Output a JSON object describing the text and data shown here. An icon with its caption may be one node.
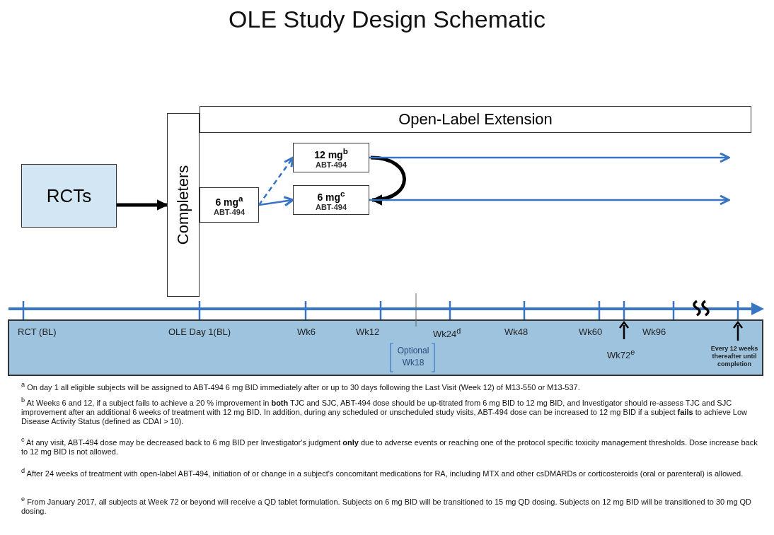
{
  "diagram": {
    "title": "OLE Study Design Schematic",
    "nodes": [
      {
        "text": [
          "Open-Label Extension"
        ]
      },
      {
        "text": [
          "RCTs"
        ]
      },
      {
        "text": [
          "Completers"
        ]
      },
      {
        "text": [
          "6 mg$^{a}$",
          "ABT-494"
        ]
      },
      {
        "text": [
          "12 mg$^{b}$",
          "ABT-494"
        ]
      },
      {
        "text": [
          "6 mg$^{c}$",
          "ABT-494"
        ]
      }
    ],
    "edges": [
      {
        "from": 1,
        "to": 2,
        "arrow": "to",
        "style": "thick",
        "color": "#000000"
      },
      {
        "from": 3,
        "to": 4,
        "arrow": "to",
        "style": "dashed"
      },
      {
        "from": 3,
        "to": 5,
        "arrow": "to"
      },
      {
        "from": 4,
        "to": 5,
        "arrow": "to",
        "style": "thick",
        "color": "#000000"
      },
      {
        "from": 4,
        "to": null,
        "arrow": "to"
      },
      {
        "from": 5,
        "to": null,
        "arrow": "to"
      }
    ],
    "labels": [
      "RCT (BL)",
      "OLE Day 1(BL)",
      "Wk6",
      "Wk12",
      "Optional Wk18",
      "Wk24$^{d}$",
      "Wk48",
      "Wk60",
      "Wk96",
      "Wk72$^{e}$",
      "Every 12 weeks thereafter until completion",
      "$^{a}$ On day 1 all eligible subjects will be assigned to ABT-494 6 mg BID immediately after or up to 30 days following the Last Visit (Week 12) of M13-550 or M13-537.",
      "$^{b}$ At Weeks 6 and 12, if a subject fails to achieve a 20 % improvement in **both** TJC and SJC, ABT-494 dose should be up-titrated from 6 mg BID to 12 mg BID, and Investigator should re-assess TJC and SJC improvement after an additional 6 weeks of treatment with 12 mg BID.  In addition, during any scheduled or unscheduled study visits, ABT-494 dose can be increased to 12 mg BID if a subject **fails** to achieve Low Disease Activity Status (defined as CDAI > 10).",
      "$^{c}$ At any visit, ABT-494 dose may be decreased back to 6 mg BID per Investigator's judgment **only** due to adverse events or reaching one of the protocol specific toxicity management thresholds. Dose increase back to 12 mg BID is not allowed.",
      "$^{d}$ After 24 weeks of treatment with open-label ABT-494, initiation of or change in a subject's concomitant medications for RA, including MTX and other csDMARDs or corticosteroids (oral or parenteral) is allowed.",
      "$^{e}$ From January 2017, all subjects at Week 72 or beyond will receive a QD tablet formulation.  Subjects on 6 mg BID will be transitioned to 15 mg QD dosing. Subjects on 12 mg BID will be transitioned to 30 mg QD dosing."
    ]
  }
}
